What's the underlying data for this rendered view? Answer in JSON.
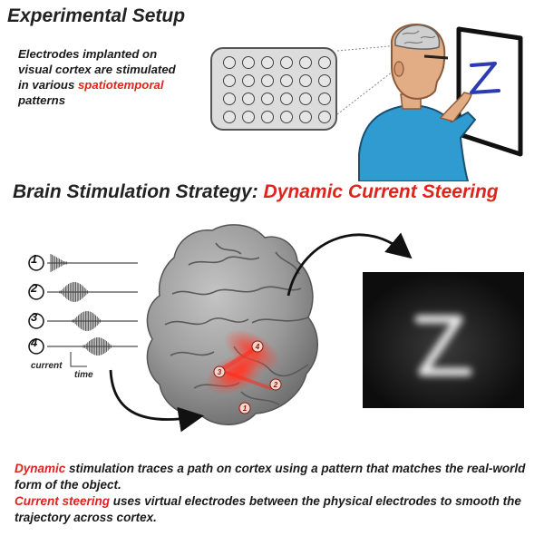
{
  "setup": {
    "title": "Experimental Setup",
    "desc_line1": "Electrodes implanted on",
    "desc_line2": "visual cortex are stimulated",
    "desc_line3_prefix": "in various ",
    "desc_line3_highlight": "spatiotemporal",
    "desc_line4": "patterns",
    "electrode_rows": 4,
    "electrode_cols": 6
  },
  "strategy": {
    "title_prefix": "Brain Stimulation Strategy: ",
    "title_highlight": "Dynamic Current Steering"
  },
  "waveforms": {
    "labels": [
      "1",
      "2",
      "3",
      "4"
    ],
    "axis_current": "current",
    "axis_time": "time"
  },
  "cortex_markers": [
    "1",
    "2",
    "3",
    "4"
  ],
  "footer": {
    "p1_highlight": "Dynamic",
    "p1_text": " stimulation traces a path on cortex using a pattern that matches the real-world form of the object.",
    "p2_highlight": "Current steering",
    "p2_text": " uses virtual electrodes between the physical electrodes to smooth the trajectory across cortex."
  },
  "colors": {
    "accent_red": "#e0231c",
    "shirt_blue": "#2f9bd1",
    "skin": "#e2ac84",
    "percept_bg": "#0d0d0d",
    "monitor_frame": "#111111",
    "drawn_z": "#2c3cb0"
  }
}
